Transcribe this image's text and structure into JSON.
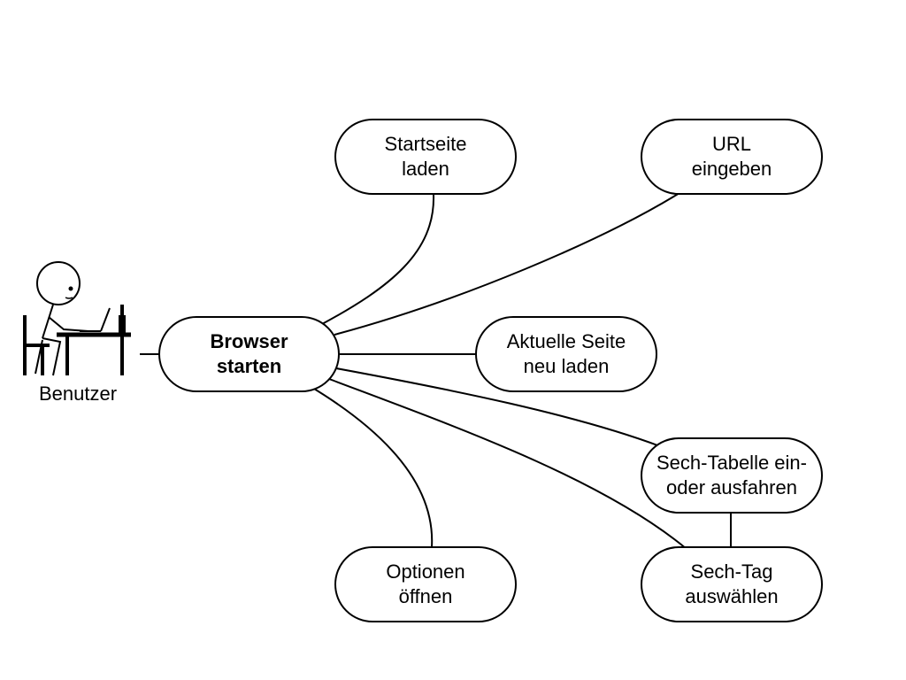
{
  "actor": {
    "label": "Benutzer",
    "icon": "user-at-laptop-icon"
  },
  "center": {
    "label": "Browser\nstarten"
  },
  "use_cases": [
    {
      "id": "startseite",
      "label": "Startseite\nladen"
    },
    {
      "id": "url",
      "label": "URL\neingeben"
    },
    {
      "id": "reload",
      "label": "Aktuelle Seite\nneu laden"
    },
    {
      "id": "tabelle",
      "label": "Sech-Tabelle ein-\noder ausfahren"
    },
    {
      "id": "tag",
      "label": "Sech-Tag\nauswählen"
    },
    {
      "id": "optionen",
      "label": "Optionen\nöffnen"
    }
  ],
  "colors": {
    "line": "#000000",
    "background": "#ffffff"
  }
}
